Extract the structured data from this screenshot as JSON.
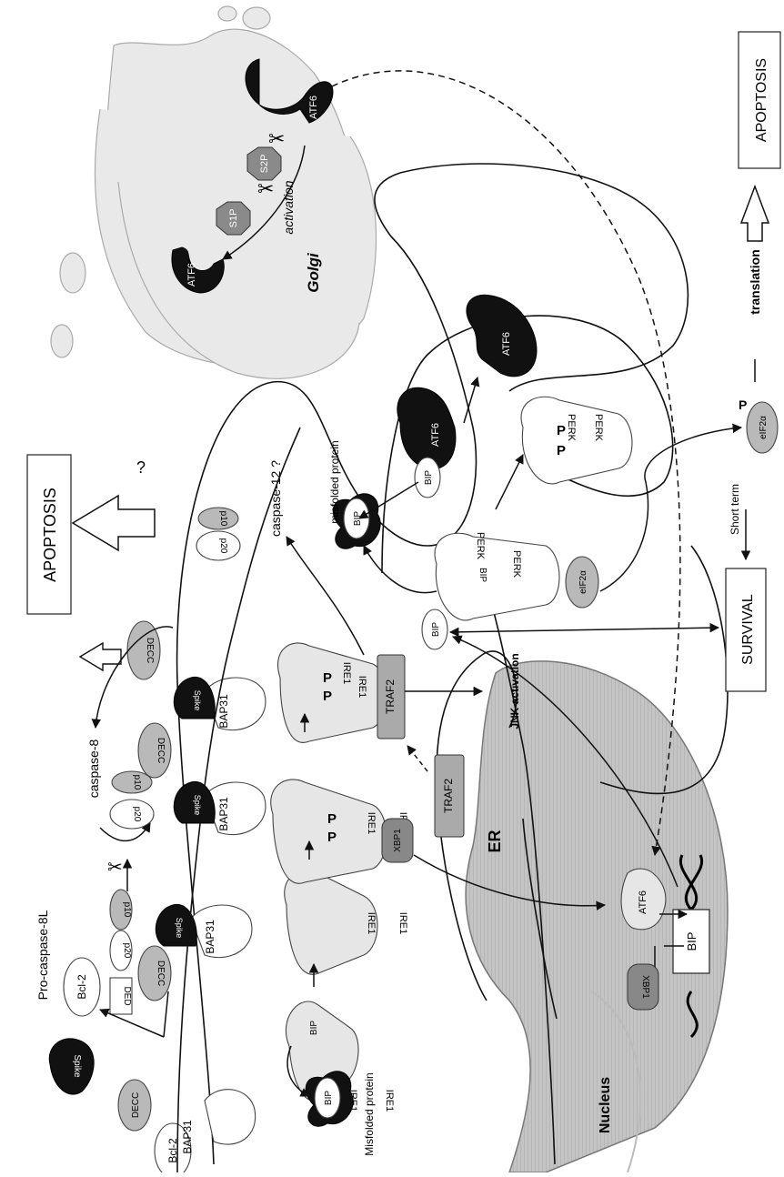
{
  "labels": {
    "apoptosis_top": "APOPTOSIS",
    "apoptosis_bottom": "APOPTOSIS",
    "survival": "SURVIVAL",
    "short_term": "Short term",
    "translation": "translation",
    "caspase8": "caspase-8",
    "procaspase8l": "Pro-caspase-8L",
    "caspase12": "caspase-12 ?",
    "question": "?",
    "misfolded_protein_left": "Misfolded protein",
    "misfolded_protein_right": "misfolded protein",
    "golgi": "Golgi",
    "activation": "activation",
    "nucleus": "Nucleus",
    "er": "ER",
    "jnk": "JNK activation",
    "bcl2": "Bcl-2",
    "bap31": "BAP31",
    "spike": "Spike",
    "decc": "DECC",
    "ded": "DED",
    "p20": "p20",
    "p10": "p10",
    "bip": "BIP",
    "ire1": "IRE1",
    "traf2": "TRAF2",
    "xbp1": "XBP1",
    "perk": "PERK",
    "atf6": "ATF6",
    "s1p": "S1P",
    "s2p": "S2P",
    "eif2a": "eIF2α",
    "p": "P"
  },
  "colors": {
    "ink": "#111111",
    "golgi_fill": "#e9e9e9",
    "nucleus_fill": "#bdbdbd",
    "protein_grey": "#b9b9b9",
    "protein_dark": "#111111"
  }
}
